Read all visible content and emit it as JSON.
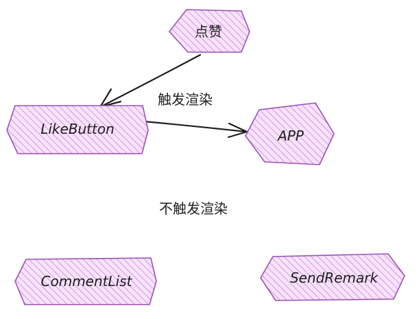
{
  "nodes": {
    "like": {
      "label": "点赞"
    },
    "likebutton": {
      "label": "LikeButton"
    },
    "app": {
      "label": "APP"
    },
    "commentlist": {
      "label": "CommentList"
    },
    "sendremark": {
      "label": "SendRemark"
    }
  },
  "annotations": {
    "triggers_render": "触发渲染",
    "no_render": "不触发渲染"
  },
  "edges": [
    {
      "from": "点赞",
      "to": "LikeButton"
    },
    {
      "from": "LikeButton",
      "to": "APP"
    }
  ],
  "colors": {
    "node_stroke": "#9d4fb5",
    "node_fill": "#f4dbf7",
    "hatch": "#c06fd8",
    "text": "#1e1e1e"
  }
}
